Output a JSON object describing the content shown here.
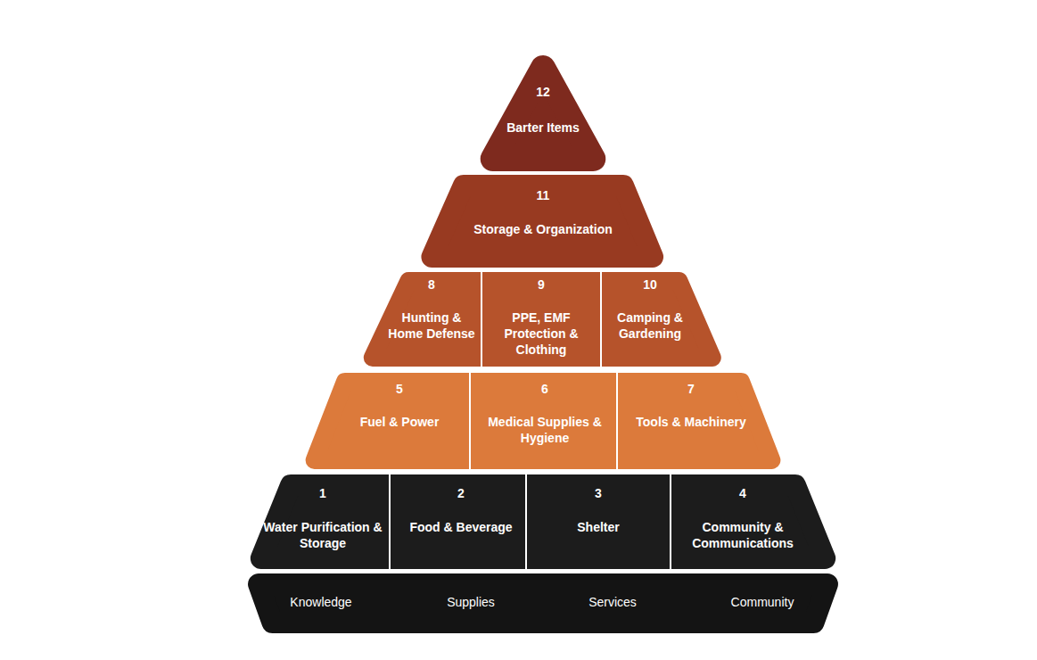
{
  "diagram": {
    "nodes": [
      {
        "text": [
          "12",
          "Barter Items"
        ]
      },
      {
        "text": [
          "11",
          "Storage & Organization"
        ]
      },
      {
        "text": [
          "8",
          "Hunting & Home Defense"
        ]
      },
      {
        "text": [
          "9",
          "PPE, EMF Protection & Clothing"
        ]
      },
      {
        "text": [
          "10",
          "Camping & Gardening"
        ]
      },
      {
        "text": [
          "5",
          "Fuel & Power"
        ]
      },
      {
        "text": [
          "6",
          "Medical Supplies & Hygiene"
        ]
      },
      {
        "text": [
          "7",
          "Tools & Machinery"
        ]
      },
      {
        "text": [
          "1",
          "Water Purification & Storage"
        ]
      },
      {
        "text": [
          "2",
          "Food & Beverage"
        ]
      },
      {
        "text": [
          "3",
          "Shelter"
        ]
      },
      {
        "text": [
          "4",
          "Community & Communications"
        ]
      },
      {
        "text": [
          "Knowledge",
          "Supplies",
          "Services",
          "Community"
        ]
      }
    ]
  }
}
